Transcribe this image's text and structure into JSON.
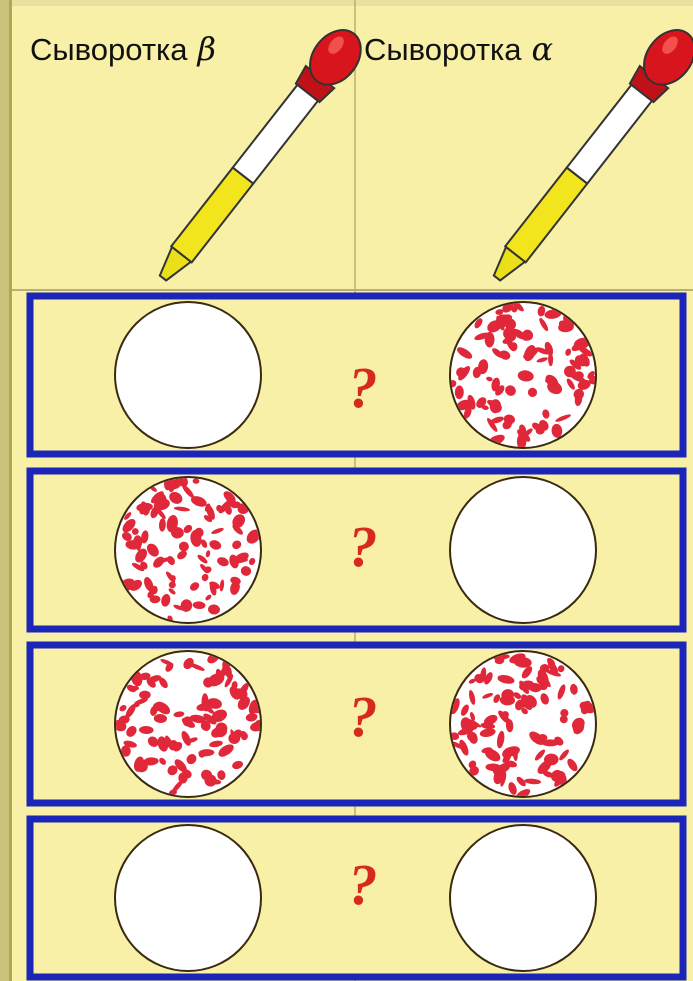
{
  "header": {
    "left": {
      "label": "Сыворотка",
      "symbol": "β"
    },
    "right": {
      "label": "Сыворотка",
      "symbol": "α"
    }
  },
  "rows": [
    {
      "left_agglutinated": false,
      "right_agglutinated": true,
      "mark": "?"
    },
    {
      "left_agglutinated": true,
      "right_agglutinated": false,
      "mark": "?"
    },
    {
      "left_agglutinated": true,
      "right_agglutinated": true,
      "mark": "?"
    },
    {
      "left_agglutinated": false,
      "right_agglutinated": false,
      "mark": "?"
    }
  ],
  "colors": {
    "background": "#f7f0a6",
    "frame": "#1b25b8",
    "blood": "#e0283a",
    "pipette_bulb": "#d8141c",
    "serum": "#f0e020"
  }
}
